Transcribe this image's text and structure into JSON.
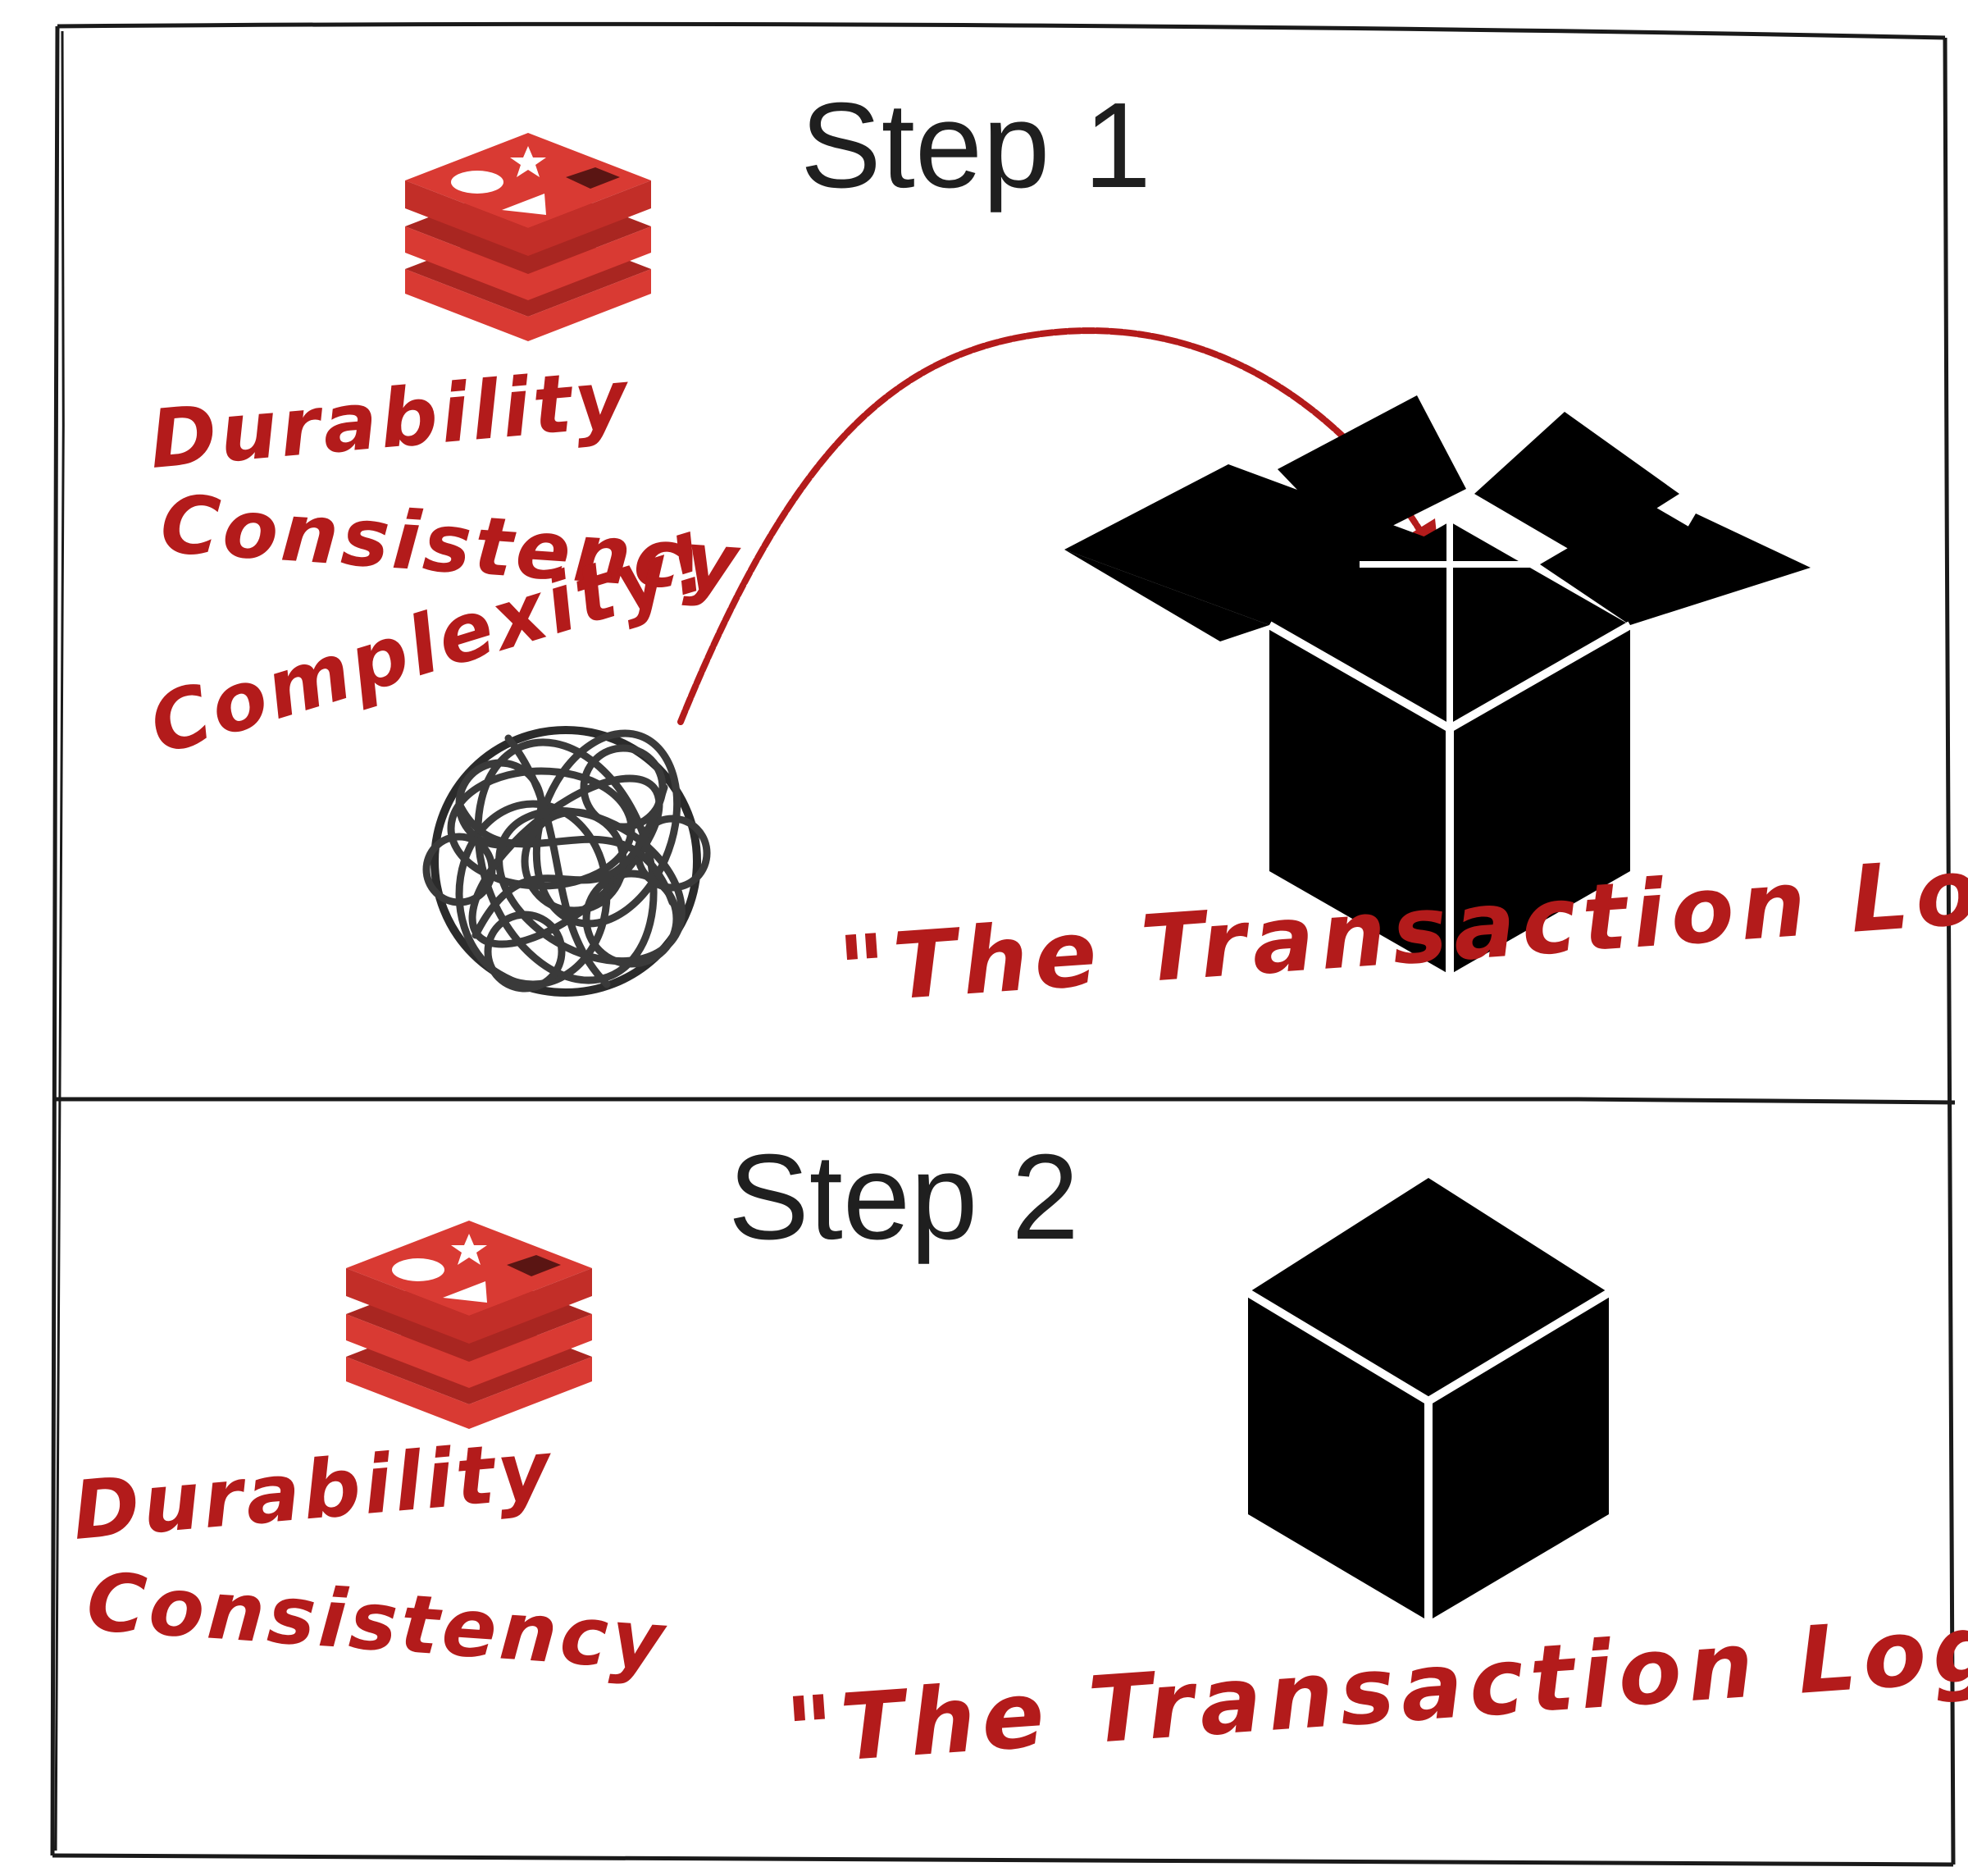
{
  "colors": {
    "accent_red": "#b31b1b",
    "logo_red": "#d93a33",
    "logo_dark": "#a92621",
    "box": "#000000",
    "tangle": "#3a3a3a",
    "border": "#1a1a1a"
  },
  "icons": {
    "database": "redis-stack-icon",
    "tangle": "tangled-knot-icon",
    "open_box": "open-box-icon",
    "closed_box": "closed-cube-icon",
    "arrow": "curved-arrow-icon"
  },
  "panels": [
    {
      "title": "Step 1",
      "labels": [
        "Durability",
        "Consistency",
        "Complexity!"
      ],
      "box_label": "\"The Transaction Log\""
    },
    {
      "title": "Step 2",
      "labels": [
        "Durability",
        "Consistency"
      ],
      "box_label": "\"The Transaction Log\""
    }
  ]
}
